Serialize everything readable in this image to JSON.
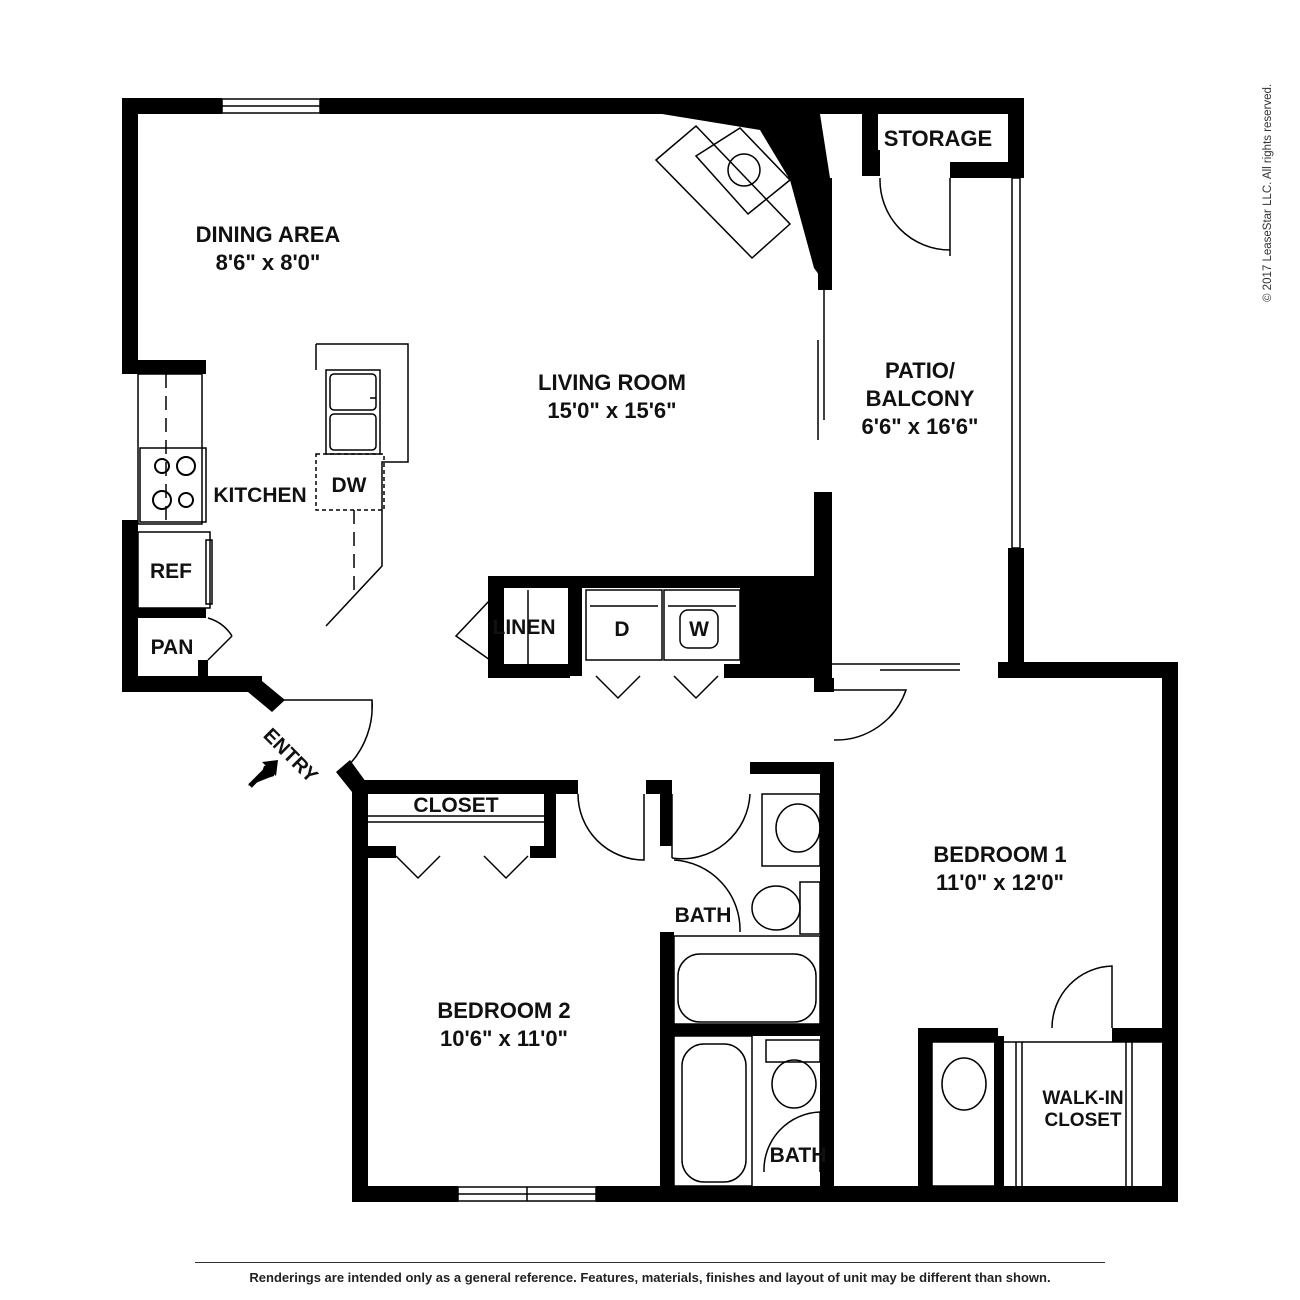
{
  "copyright": "© 2017 LeaseStar LLC. All rights reserved.",
  "disclaimer": "Renderings are intended only as a general reference. Features, materials, finishes and layout of unit may be different than shown.",
  "rooms": {
    "dining_name": "DINING AREA",
    "dining_size": "8'6\" x 8'0\"",
    "living_name": "LIVING ROOM",
    "living_size": "15'0\" x 15'6\"",
    "patio_name_1": "PATIO/",
    "patio_name_2": "BALCONY",
    "patio_size": "6'6\" x 16'6\"",
    "storage": "STORAGE",
    "kitchen": "KITCHEN",
    "dw": "DW",
    "ref": "REF",
    "pan": "PAN",
    "linen": "LINEN",
    "dryer": "D",
    "washer": "W",
    "entry": "ENTRY",
    "closet": "CLOSET",
    "bath_1": "BATH",
    "bath_2": "BATH",
    "bedroom1_name": "BEDROOM 1",
    "bedroom1_size": "11'0\" x 12'0\"",
    "bedroom2_name": "BEDROOM 2",
    "bedroom2_size": "10'6\" x 11'0\"",
    "walkin_1": "WALK-IN",
    "walkin_2": "CLOSET"
  }
}
